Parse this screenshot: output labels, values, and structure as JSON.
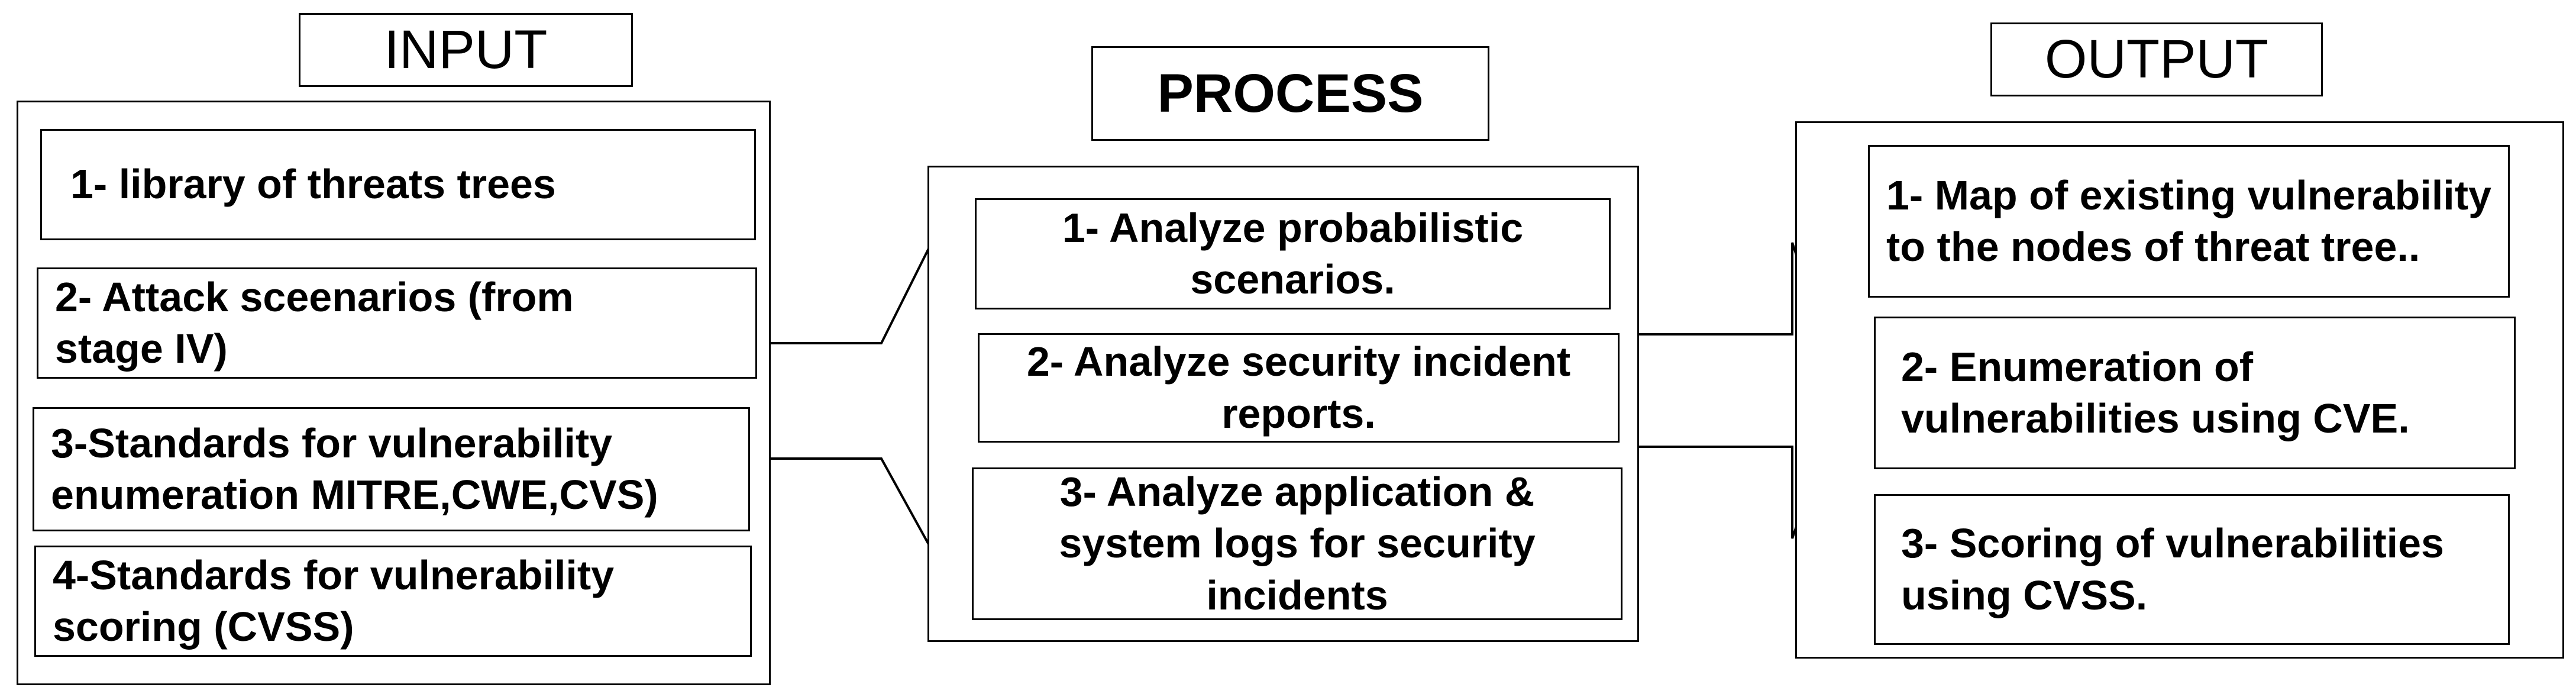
{
  "input": {
    "title": "INPUT",
    "items": [
      "1- library of threats trees",
      "2- Attack sceenarios (from stage IV)",
      "3-Standards for vulnerability enumeration MITRE,CWE,CVS)",
      "4-Standards for vulnerability scoring (CVSS)"
    ]
  },
  "process": {
    "title": "PROCESS",
    "items": [
      "1- Analyze probabilistic scenarios.",
      "2- Analyze security incident reports.",
      "3- Analyze application & system logs for security incidents"
    ]
  },
  "output": {
    "title": "OUTPUT",
    "items": [
      "1- Map of existing vulnerability to the nodes of threat tree..",
      "2- Enumeration of vulnerabilities using CVE.",
      "3- Scoring of vulnerabilities using CVSS."
    ]
  }
}
